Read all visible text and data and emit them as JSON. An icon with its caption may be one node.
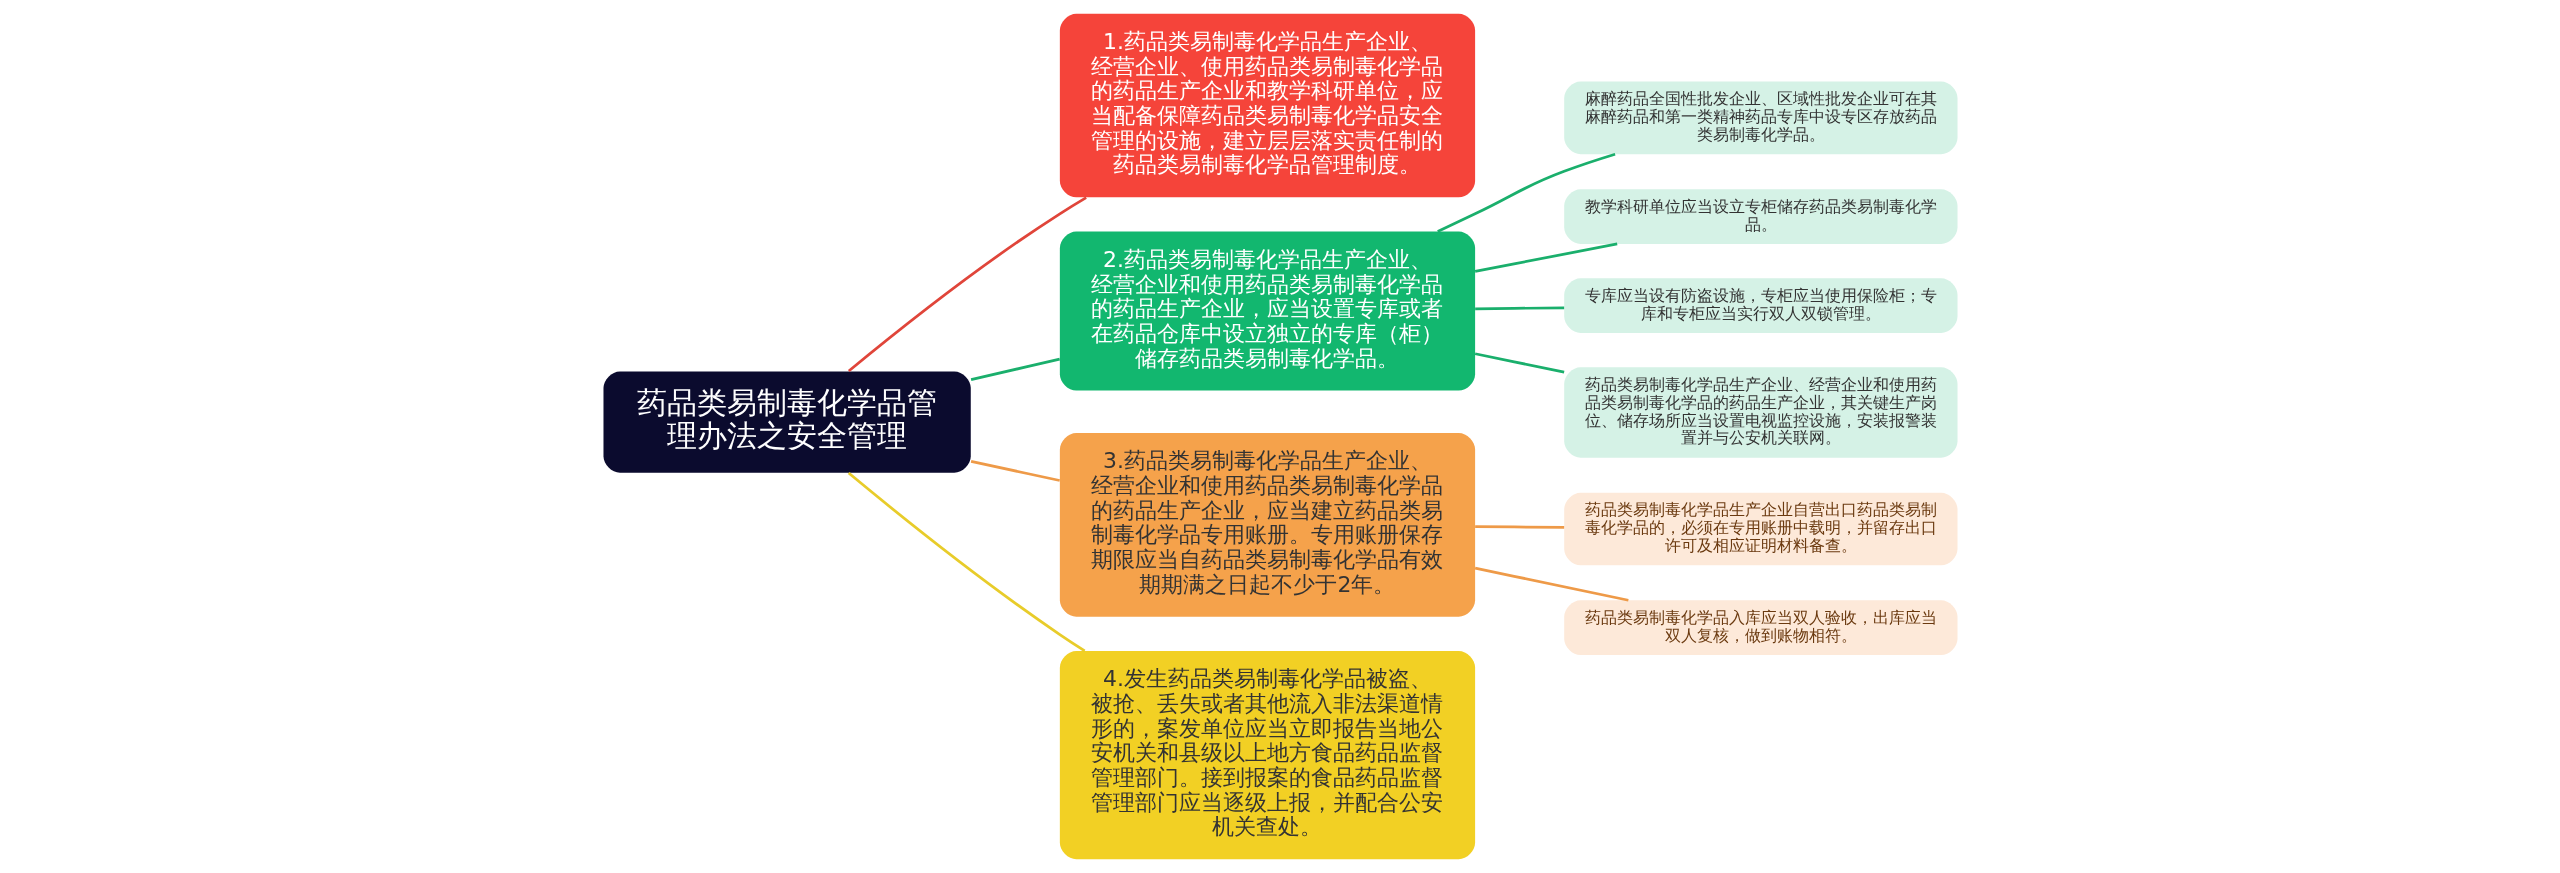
{
  "diagram": {
    "nodes": [
      {
        "text": [
          "药品类易制毒化学品管理办法之安全管理"
        ]
      },
      {
        "text": [
          "1.药品类易制毒化学品生产企业、经营企业、使用药品类易制毒化学品的药品生产企业和教学科研单位，应当配备保障药品类易制毒化学品安全管理的设施，建立层层落实责任制的药品类易制毒化学品管理制度。"
        ]
      },
      {
        "text": [
          "2.药品类易制毒化学品生产企业、经营企业和使用药品类易制毒化学品的药品生产企业，应当设置专库或者在药品仓库中设立独立的专库（柜）储存药品类易制毒化学品。"
        ]
      },
      {
        "text": [
          "3.药品类易制毒化学品生产企业、经营企业和使用药品类易制毒化学品的药品生产企业，应当建立药品类易制毒化学品专用账册。专用账册保存期限应当自药品类易制毒化学品有效期期满之日起不少于2年。"
        ]
      },
      {
        "text": [
          "4.发生药品类易制毒化学品被盗、被抢、丢失或者其他流入非法渠道情形的，案发单位应当立即报告当地公安机关和县级以上地方食品药品监督管理部门。接到报案的食品药品监督管理部门应当逐级上报，并配合公安机关查处。"
        ]
      },
      {
        "text": [
          "麻醉药品全国性批发企业、区域性批发企业可在其麻醉药品和第一类精神药品专库中设专区存放药品类易制毒化学品。"
        ]
      },
      {
        "text": [
          "教学科研单位应当设立专柜储存药品类易制毒化学品。"
        ]
      },
      {
        "text": [
          "专库应当设有防盗设施，专柜应当使用保险柜；专库和专柜应当实行双人双锁管理。"
        ]
      },
      {
        "text": [
          "药品类易制毒化学品生产企业、经营企业和使用药品类易制毒化学品的药品生产企业，其关键生产岗位、储存场所应当设置电视监控设施，安装报警装置并与公安机关联网。"
        ]
      },
      {
        "text": [
          "药品类易制毒化学品生产企业自营出口药品类易制毒化学品的，必须在专用账册中载明，并留存出口许可及相应证明材料备查。"
        ]
      },
      {
        "text": [
          "药品类易制毒化学品入库应当双人验收，出库应当双人复核，做到账物相符。"
        ]
      }
    ],
    "edges": [
      {
        "from": 0,
        "to": 1,
        "arrow": "none",
        "color": "#e0453a"
      },
      {
        "from": 0,
        "to": 2,
        "arrow": "none",
        "color": "#1aaf6c"
      },
      {
        "from": 0,
        "to": 3,
        "arrow": "none",
        "color": "#ee9a48"
      },
      {
        "from": 0,
        "to": 4,
        "arrow": "none",
        "color": "#e8cc2a"
      },
      {
        "from": 2,
        "to": 5,
        "arrow": "none",
        "color": "#1aaf6c"
      },
      {
        "from": 2,
        "to": 6,
        "arrow": "none",
        "color": "#1aaf6c"
      },
      {
        "from": 2,
        "to": 7,
        "arrow": "none",
        "color": "#1aaf6c"
      },
      {
        "from": 2,
        "to": 8,
        "arrow": "none",
        "color": "#1aaf6c"
      },
      {
        "from": 3,
        "to": 9,
        "arrow": "none",
        "color": "#ee9a48"
      },
      {
        "from": 3,
        "to": 10,
        "arrow": "none",
        "color": "#ee9a48"
      }
    ]
  }
}
